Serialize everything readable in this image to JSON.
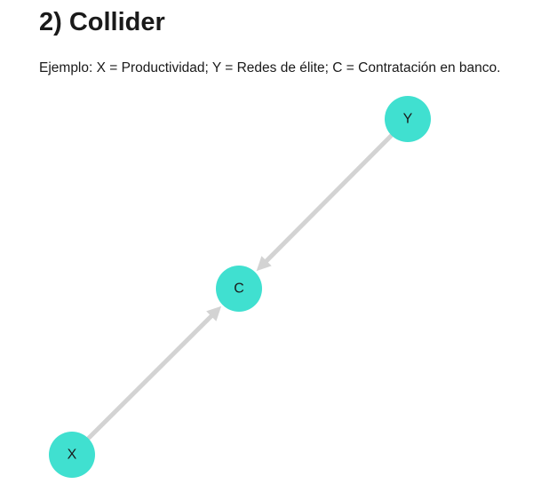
{
  "header": {
    "title": "2) Collider"
  },
  "description": "Ejemplo: X = Productividad; Y = Redes de élite; C = Contratación en banco.",
  "diagram": {
    "node_color": "#40E0D0",
    "edge_color": "#d3d3d3",
    "nodes": [
      {
        "id": "Y",
        "label": "Y"
      },
      {
        "id": "C",
        "label": "C"
      },
      {
        "id": "X",
        "label": "X"
      }
    ],
    "edges": [
      {
        "from": "Y",
        "to": "C"
      },
      {
        "from": "X",
        "to": "C"
      }
    ]
  }
}
